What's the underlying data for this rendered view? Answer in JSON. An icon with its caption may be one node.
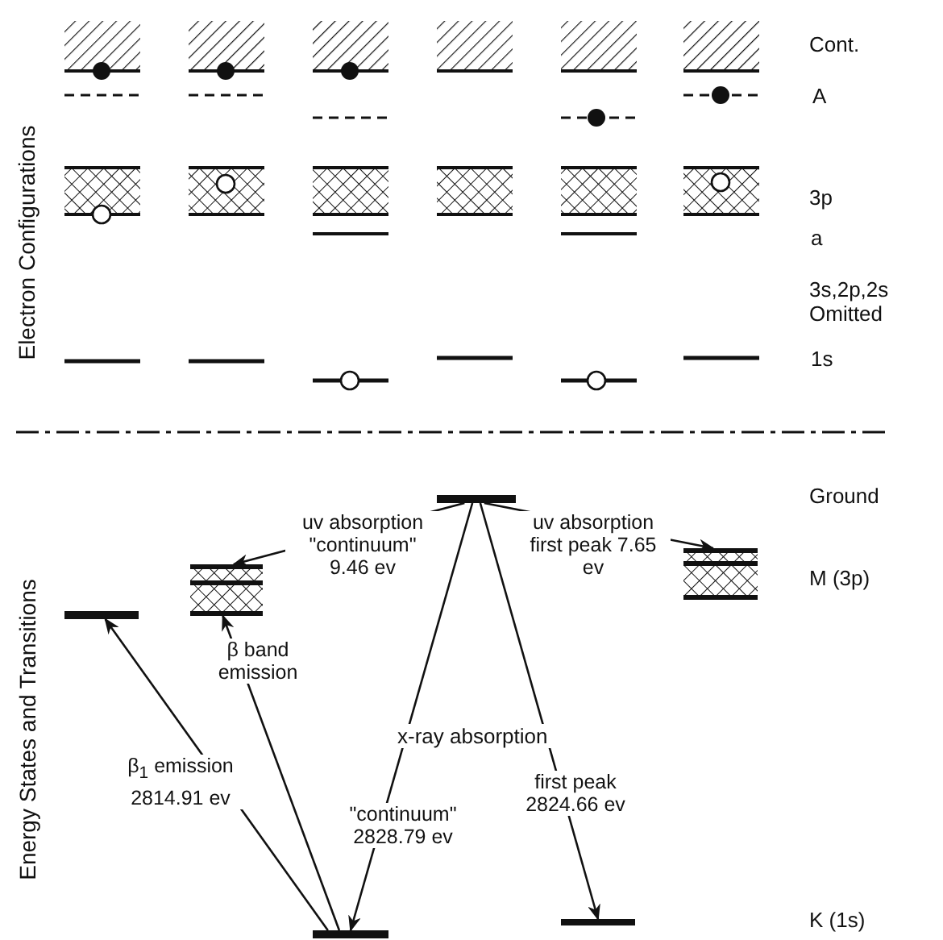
{
  "diagram": {
    "nodes": [
      {
        "text": [],
        "shape": "bar"
      },
      {
        "text": [],
        "shape": "bar"
      },
      {
        "text": [],
        "shape": "box"
      },
      {
        "text": [],
        "shape": "box"
      },
      {
        "text": [],
        "shape": "bar"
      },
      {
        "text": [],
        "shape": "bar"
      }
    ],
    "edges": [
      {
        "from": 0,
        "to": 2,
        "arrow": "to",
        "label": "uv absorption \"continuum\" 9.46 ev"
      },
      {
        "from": 0,
        "to": 3,
        "arrow": "to",
        "label": "uv absorption first peak 7.65 ev"
      },
      {
        "from": 4,
        "to": 1,
        "arrow": "to",
        "label": "β$_{1}$ emission 2814.91 ev"
      },
      {
        "from": 4,
        "to": 2,
        "arrow": "to",
        "label": "β band emission"
      },
      {
        "from": 0,
        "to": 4,
        "arrow": "to",
        "label": "\"continuum\" 2828.79 ev"
      },
      {
        "from": 0,
        "to": 5,
        "arrow": "to",
        "label": "first peak 2824.66 ev"
      }
    ],
    "labels": [
      "Electron Configurations",
      "Cont.",
      "A",
      "3p",
      "a",
      "3s,2p,2s Omitted",
      "1s",
      "Energy States and Transitions",
      "Ground",
      "M (3p)",
      "x-ray absorption",
      "K (1s)"
    ]
  }
}
